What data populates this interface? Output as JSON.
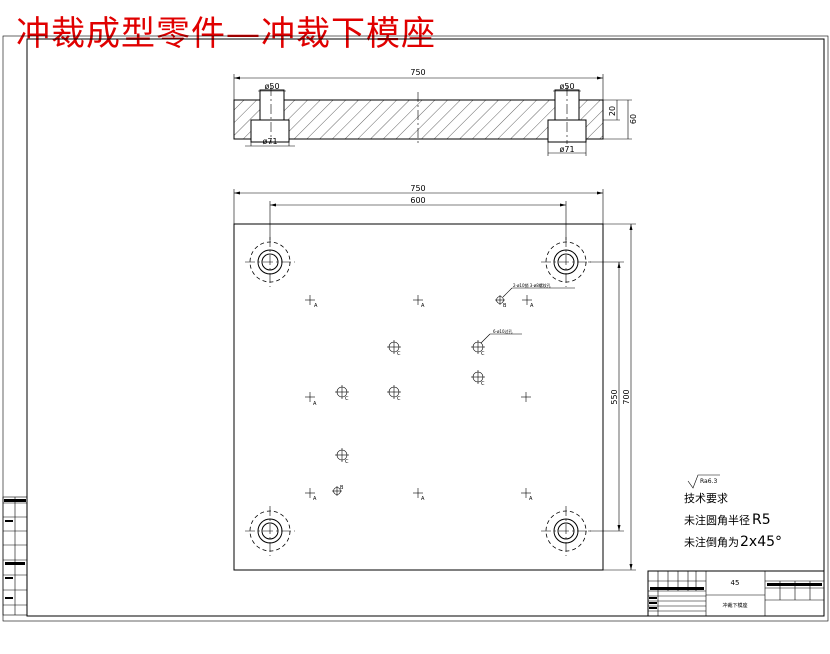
{
  "title": "冲裁成型零件—冲裁下模座",
  "top_view": {
    "width_dim": "750",
    "height_dim": "60",
    "step_dim": "20",
    "hole_dia_top": "ø50",
    "hole_dia_bottom": "ø71"
  },
  "plan_view": {
    "width_dim": "750",
    "inner_width_dim": "600",
    "height_dim": "700",
    "inner_height_dim": "550",
    "hole_labels": [
      "A",
      "A",
      "B",
      "A",
      "C",
      "C",
      "C",
      "A",
      "C",
      "C",
      "C",
      "A",
      "B",
      "A",
      "A"
    ],
    "callout_1": "2-ø10销 3-ø8螺纹孔",
    "callout_2": "6-ø10过孔"
  },
  "notes": {
    "roughness": "Ra6.3",
    "heading": "技术要求",
    "line1_prefix": "未注圆角半径",
    "line1_value": "R5",
    "line2_prefix": "未注倒角为",
    "line2_value": "2x45°"
  },
  "title_block": {
    "material": "45",
    "part_name": "冲裁下模座"
  }
}
